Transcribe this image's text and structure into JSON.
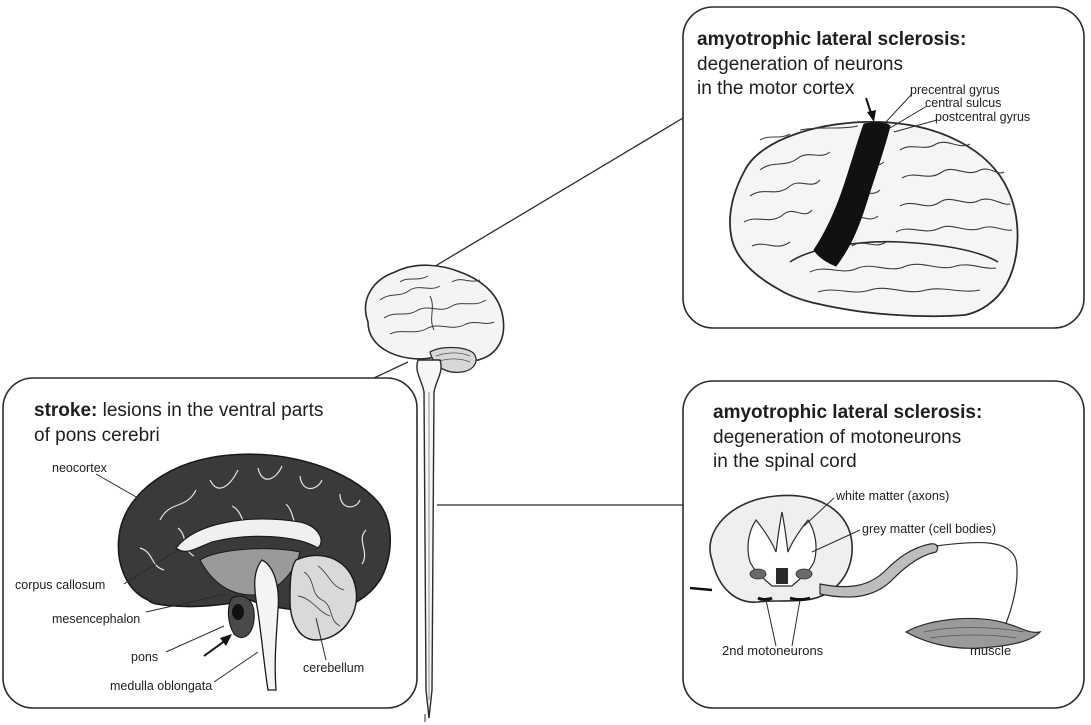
{
  "panels": {
    "als_cortex": {
      "title_bold": "amyotrophic lateral sclerosis:",
      "line1": "degeneration of neurons",
      "line2": "in the motor cortex",
      "labels": {
        "precentral": "precentral gyrus",
        "sulcus": "central sulcus",
        "postcentral": "postcentral gyrus"
      }
    },
    "stroke": {
      "title_bold": "stroke:",
      "title_rest": " lesions in the ventral parts",
      "line2": "of pons cerebri",
      "labels": {
        "neocortex": "neocortex",
        "corpus_callosum": "corpus callosum",
        "mesencephalon": "mesencephalon",
        "pons": "pons",
        "medulla": "medulla oblongata",
        "cerebellum": "cerebellum"
      }
    },
    "als_spinal": {
      "title_bold": "amyotrophic lateral sclerosis:",
      "line1": "degeneration of motoneurons",
      "line2": "in the spinal cord",
      "labels": {
        "white_matter": "white matter (axons)",
        "grey_matter": "grey matter (cell bodies)",
        "motoneurons": "2nd motoneurons",
        "muscle": "muscle"
      }
    }
  },
  "colors": {
    "outline": "#2b2b2b",
    "dark_fill": "#3a3a3a",
    "highlight": "#111111",
    "light_fill": "#f1f1f1"
  }
}
